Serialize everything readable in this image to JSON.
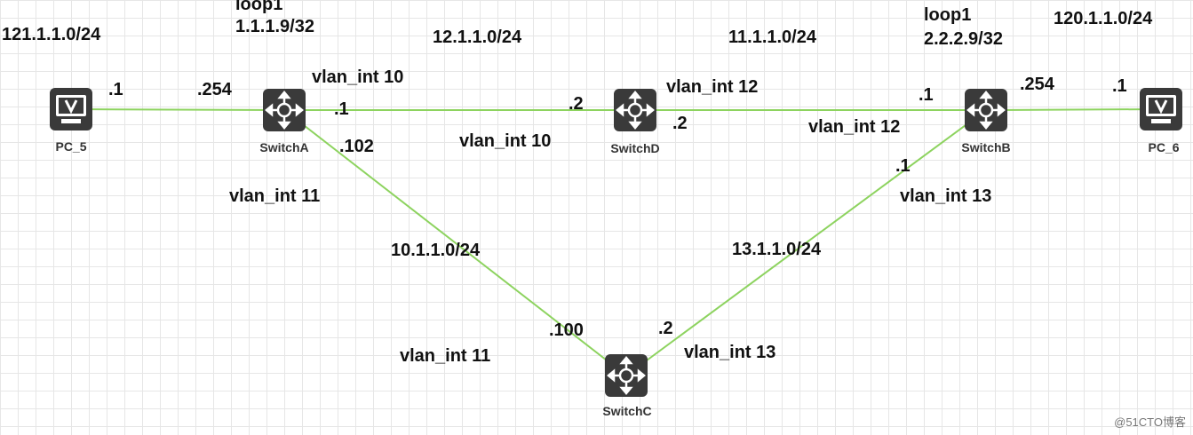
{
  "colors": {
    "link": "#8dd35f",
    "device_fill": "#3a3a3a",
    "label": "#111111"
  },
  "devices": [
    {
      "id": "PC_5",
      "name": "PC_5",
      "kind": "pc",
      "icon": "monitor-icon"
    },
    {
      "id": "SwitchA",
      "name": "SwitchA",
      "kind": "switch",
      "icon": "switch-arrows-icon"
    },
    {
      "id": "SwitchD",
      "name": "SwitchD",
      "kind": "switch",
      "icon": "switch-arrows-icon"
    },
    {
      "id": "SwitchB",
      "name": "SwitchB",
      "kind": "switch",
      "icon": "switch-arrows-icon"
    },
    {
      "id": "PC_6",
      "name": "PC_6",
      "kind": "pc",
      "icon": "monitor-icon"
    },
    {
      "id": "SwitchC",
      "name": "SwitchC",
      "kind": "switch",
      "icon": "switch-arrows-icon"
    }
  ],
  "links": [
    {
      "from": "PC_5",
      "to": "SwitchA"
    },
    {
      "from": "SwitchA",
      "to": "SwitchD"
    },
    {
      "from": "SwitchD",
      "to": "SwitchB"
    },
    {
      "from": "SwitchB",
      "to": "PC_6"
    },
    {
      "from": "SwitchA",
      "to": "SwitchC"
    },
    {
      "from": "SwitchC",
      "to": "SwitchB"
    }
  ],
  "labels": {
    "net_pc5": "121.1.1.0/24",
    "loop_a_title": "loop1",
    "loop_a_addr": "1.1.1.9/32",
    "net_ad": "12.1.1.0/24",
    "net_db": "11.1.1.0/24",
    "loop_b_title": "loop1",
    "loop_b_addr": "2.2.2.9/32",
    "net_pc6": "120.1.1.0/24",
    "pc5_ip": ".1",
    "a_pc5_ip": ".254",
    "a_vlan10": "vlan_int 10",
    "a_d_ip": ".1",
    "d_a_ip": ".2",
    "d_vlan12": "vlan_int 12",
    "d_b_ip": ".2",
    "b_d_ip": ".1",
    "b_vlan12": "vlan_int 12",
    "b_pc6_ip": ".254",
    "pc6_ip": ".1",
    "a_c_ip": ".102",
    "d_vlan10": "vlan_int 10",
    "a_vlan11": "vlan_int 11",
    "b_c_ip": ".1",
    "b_vlan13": "vlan_int 13",
    "net_ac": "10.1.1.0/24",
    "net_cb": "13.1.1.0/24",
    "c_a_ip": ".100",
    "c_b_ip": ".2",
    "c_vlan11": "vlan_int 11",
    "c_vlan13": "vlan_int 13"
  },
  "watermark": "@51CTO博客"
}
